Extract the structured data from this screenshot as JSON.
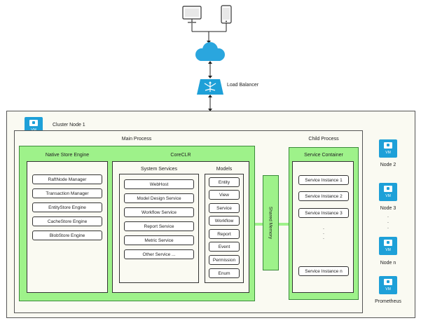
{
  "load_balancer": {
    "label": "Load Balancer"
  },
  "cluster_node": {
    "title": "Cluster Node 1",
    "vm_label": "VM"
  },
  "main_process": {
    "title": "Main Process",
    "native_store": {
      "title": "Native Store Engine",
      "items": [
        "RaftNode Manager",
        "Transaction Manager",
        "EntityStore Engine",
        "CacheStore Engine",
        "BlobStore Engine"
      ]
    },
    "coreclr": {
      "title": "CoreCLR",
      "system_services": {
        "title": "System Services",
        "items": [
          "WebHost",
          "Model Design Service",
          "Workflow Service",
          "Report Service",
          "Metric Service",
          "Other Service ..."
        ]
      },
      "models": {
        "title": "Models",
        "items": [
          "Entity",
          "View",
          "Service",
          "Workflow",
          "Report",
          "Event",
          "Permission",
          "Enum"
        ]
      }
    }
  },
  "shared_memory": {
    "label": "Shared Memory"
  },
  "child_process": {
    "title": "Child Process",
    "service_container": {
      "title": "Service Container",
      "items": [
        "Service Instance 1",
        "Service Instance 2",
        "Service Instance 3"
      ],
      "ellipsis": ".\n.\n.",
      "last_item": "Service Instance n"
    }
  },
  "side_nodes": [
    {
      "vm_label": "VM",
      "label": "Node 2"
    },
    {
      "vm_label": "VM",
      "label": "Node 3"
    },
    {
      "vm_label": "VM",
      "label": "Node n"
    },
    {
      "vm_label": "VM",
      "label": "Prometheus"
    }
  ],
  "side_ellipsis": ".\n.\n.",
  "colors": {
    "green_fill": "#9ef28a",
    "green_border": "#3a8a3a",
    "vm_blue": "#1ea0d8",
    "container_fill": "#fafaf2"
  }
}
